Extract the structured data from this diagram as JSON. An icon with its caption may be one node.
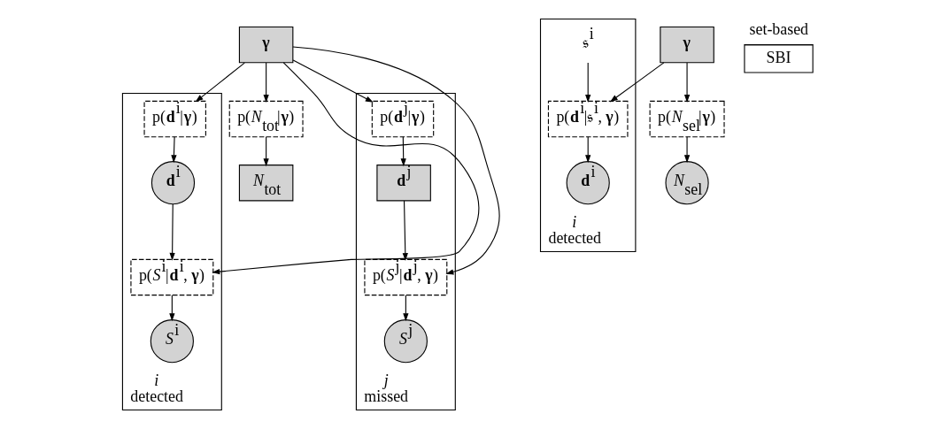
{
  "diagram": {
    "nodes": [
      {
        "text": [
          "**γ**"
        ]
      },
      {
        "text": [
          "p(*N*$_{tot}$|**γ**)"
        ]
      },
      {
        "text": [
          "*N*$_{tot}$"
        ]
      },
      {
        "text": [
          "i",
          "detected"
        ]
      },
      {
        "text": [
          "p(**d**$^{i}$|**γ**)"
        ],
        "in": 3
      },
      {
        "text": [
          "**d**$^{i}$"
        ],
        "in": 3
      },
      {
        "text": [
          "p(*S*$^{i}$|**d**$^{i}$, **γ**)"
        ],
        "in": 3
      },
      {
        "text": [
          "*S*$^{i}$"
        ],
        "in": 3
      },
      {
        "text": [
          "j",
          "missed"
        ]
      },
      {
        "text": [
          "p(**d**$^{j}$|**γ**)"
        ],
        "in": 8
      },
      {
        "text": [
          "**d**$^{j}$"
        ],
        "in": 8
      },
      {
        "text": [
          "p(*S*$^{j}$|**d**$^{j}$, **γ**)"
        ],
        "in": 8
      },
      {
        "text": [
          "*S*$^{j}$"
        ],
        "in": 8
      },
      {
        "text": [
          "**γ**"
        ]
      },
      {
        "text": [
          "i",
          "detected"
        ]
      },
      {
        "text": [
          "p(**d**$^{i}$|𝔰$^{i}$, **γ**)"
        ],
        "in": 14
      },
      {
        "text": [
          "**d**$^{i}$"
        ],
        "in": 14
      },
      {
        "text": [
          "𝔰$^{i}$"
        ],
        "in": 14
      },
      {
        "text": [
          "p(*N*$_{sel}$|**γ**)"
        ]
      },
      {
        "text": [
          "*N*$_{sel}$"
        ]
      }
    ],
    "edges": [
      {
        "from": 0,
        "to": 1,
        "arrow": "to"
      },
      {
        "from": 1,
        "to": 2,
        "arrow": "to"
      },
      {
        "from": 0,
        "to": 4,
        "arrow": "to"
      },
      {
        "from": 0,
        "to": 9,
        "arrow": "to"
      },
      {
        "from": 0,
        "to": 6,
        "arrow": "to"
      },
      {
        "from": 0,
        "to": 11,
        "arrow": "to"
      },
      {
        "from": 4,
        "to": 5,
        "arrow": "to"
      },
      {
        "from": 5,
        "to": 6,
        "arrow": "to"
      },
      {
        "from": 6,
        "to": 7,
        "arrow": "to"
      },
      {
        "from": 9,
        "to": 10,
        "arrow": "to"
      },
      {
        "from": 10,
        "to": 11,
        "arrow": "to"
      },
      {
        "from": 11,
        "to": 12,
        "arrow": "to"
      },
      {
        "from": 13,
        "to": 15,
        "arrow": "to"
      },
      {
        "from": 13,
        "to": 18,
        "arrow": "to"
      },
      {
        "from": 18,
        "to": 19,
        "arrow": "to"
      },
      {
        "from": 17,
        "to": 15,
        "arrow": "to"
      },
      {
        "from": 15,
        "to": 16,
        "arrow": "to"
      }
    ],
    "labels": [
      "set-based",
      "SBI"
    ]
  }
}
